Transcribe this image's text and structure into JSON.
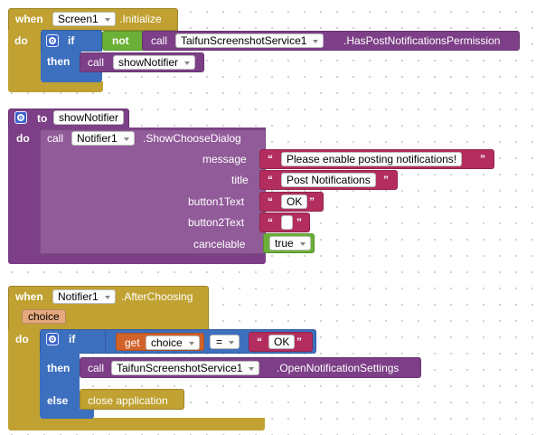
{
  "block1": {
    "when": "when",
    "component": "Screen1",
    "event": ".Initialize",
    "do": "do",
    "if": "if",
    "not": "not",
    "call": "call",
    "service": "TaifunScreenshotService1",
    "method": ".HasPostNotificationsPermission",
    "then": "then",
    "then_call": "call",
    "procedure": "showNotifier"
  },
  "block2": {
    "to": "to",
    "procedure": "showNotifier",
    "do": "do",
    "call": "call",
    "component": "Notifier1",
    "method": ".ShowChooseDialog",
    "args": [
      {
        "name": "message",
        "value": "Please enable posting notifications!"
      },
      {
        "name": "title",
        "value": "Post Notifications"
      },
      {
        "name": "button1Text",
        "value": "OK"
      },
      {
        "name": "button2Text",
        "value": ""
      },
      {
        "name": "cancelable",
        "value": "true"
      }
    ]
  },
  "block3": {
    "when": "when",
    "component": "Notifier1",
    "event": ".AfterChoosing",
    "param": "choice",
    "do": "do",
    "if": "if",
    "get": "get",
    "variable": "choice",
    "operator": "=",
    "compare_value": "OK",
    "then": "then",
    "call": "call",
    "service": "TaifunScreenshotService1",
    "method": ".OpenNotificationSettings",
    "else": "else",
    "else_action": "close application"
  },
  "colors": {
    "event": "#c0a131",
    "procedure": "#7d3f87",
    "control": "#3d6fbf",
    "logic": "#6bb137",
    "text": "#b32d5e",
    "variable": "#d0622a"
  }
}
